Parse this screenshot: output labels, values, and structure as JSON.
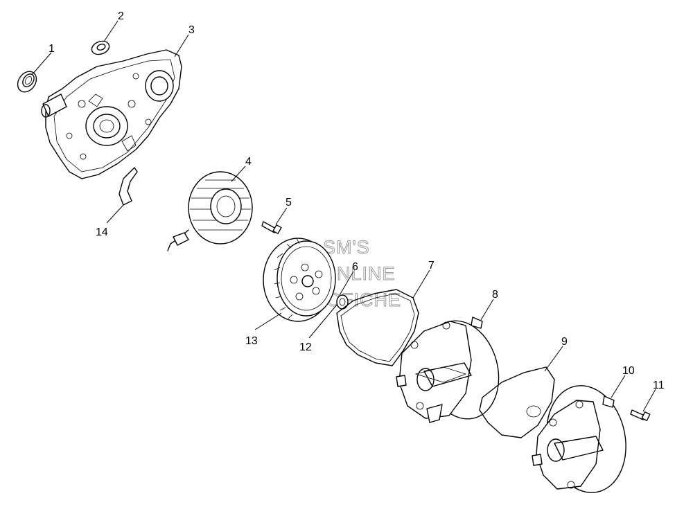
{
  "diagram": {
    "callouts": [
      {
        "id": "1",
        "label": "1"
      },
      {
        "id": "2",
        "label": "2"
      },
      {
        "id": "3",
        "label": "3"
      },
      {
        "id": "4",
        "label": "4"
      },
      {
        "id": "5",
        "label": "5"
      },
      {
        "id": "6",
        "label": "6"
      },
      {
        "id": "7",
        "label": "7"
      },
      {
        "id": "8",
        "label": "8"
      },
      {
        "id": "9",
        "label": "9"
      },
      {
        "id": "10",
        "label": "10"
      },
      {
        "id": "11",
        "label": "11"
      },
      {
        "id": "12",
        "label": "12"
      },
      {
        "id": "13",
        "label": "13"
      },
      {
        "id": "14",
        "label": "14"
      }
    ],
    "watermark": {
      "line1": "SM'S",
      "line2": "ONLINE",
      "line3": "MICROFICHE"
    }
  }
}
